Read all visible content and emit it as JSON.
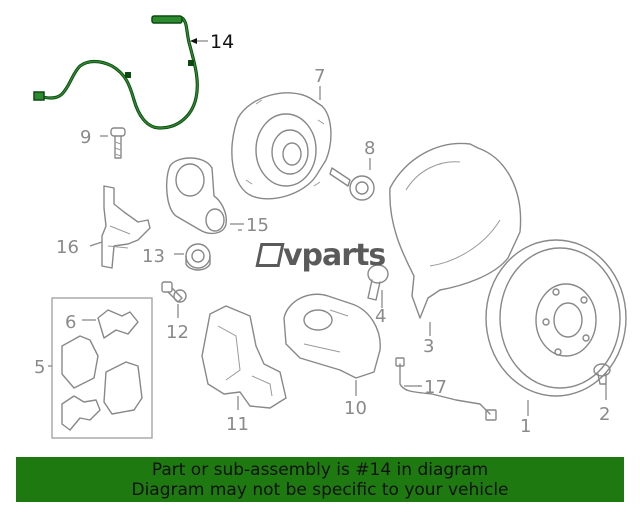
{
  "diagram": {
    "watermark": "vparts",
    "highlighted_part": "14",
    "callouts": [
      {
        "id": "c1",
        "num": "1"
      },
      {
        "id": "c2",
        "num": "2"
      },
      {
        "id": "c3",
        "num": "3"
      },
      {
        "id": "c4",
        "num": "4"
      },
      {
        "id": "c5",
        "num": "5"
      },
      {
        "id": "c6",
        "num": "6"
      },
      {
        "id": "c7",
        "num": "7"
      },
      {
        "id": "c8",
        "num": "8"
      },
      {
        "id": "c9",
        "num": "9"
      },
      {
        "id": "c10",
        "num": "10"
      },
      {
        "id": "c11",
        "num": "11"
      },
      {
        "id": "c12",
        "num": "12"
      },
      {
        "id": "c13",
        "num": "13"
      },
      {
        "id": "c14",
        "num": "14"
      },
      {
        "id": "c15",
        "num": "15"
      },
      {
        "id": "c16",
        "num": "16"
      },
      {
        "id": "c17",
        "num": "17"
      }
    ]
  },
  "banner": {
    "line1": "Part or sub-assembly is #14 in diagram",
    "line2": "Diagram may not be specific to your vehicle"
  },
  "colors": {
    "highlight": "#0c4a12",
    "banner_bg": "#1e7a10",
    "line_art": "#888888"
  }
}
